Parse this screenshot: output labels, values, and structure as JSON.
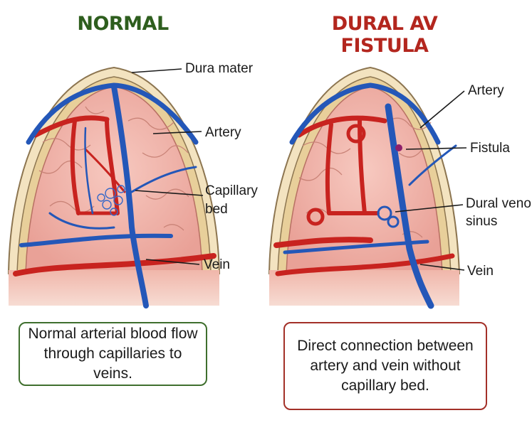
{
  "titles": {
    "normal": "NORMAL",
    "davf": "DURAL AV FISTULA"
  },
  "labels": {
    "normal": {
      "dura_mater": "Dura mater",
      "artery": "Artery",
      "capillary_bed_line1": "Capillary",
      "capillary_bed_line2": "bed",
      "vein": "Vein"
    },
    "davf": {
      "artery": "Artery",
      "fistula": "Fistula",
      "dural_venous_sinus_line1": "Dural venous",
      "dural_venous_sinus_line2": "sinus",
      "vein": "Vein"
    }
  },
  "captions": {
    "normal": "Normal arterial blood flow through capillaries to veins.",
    "davf": "Direct connection between artery and vein without capillary bed."
  },
  "colors": {
    "normal_title": "#2e5e1e",
    "davf_title": "#b3261e",
    "artery": "#c8231f",
    "vein": "#2457b8",
    "brain": "#f2b7ae",
    "dura": "#e8cf9a"
  }
}
